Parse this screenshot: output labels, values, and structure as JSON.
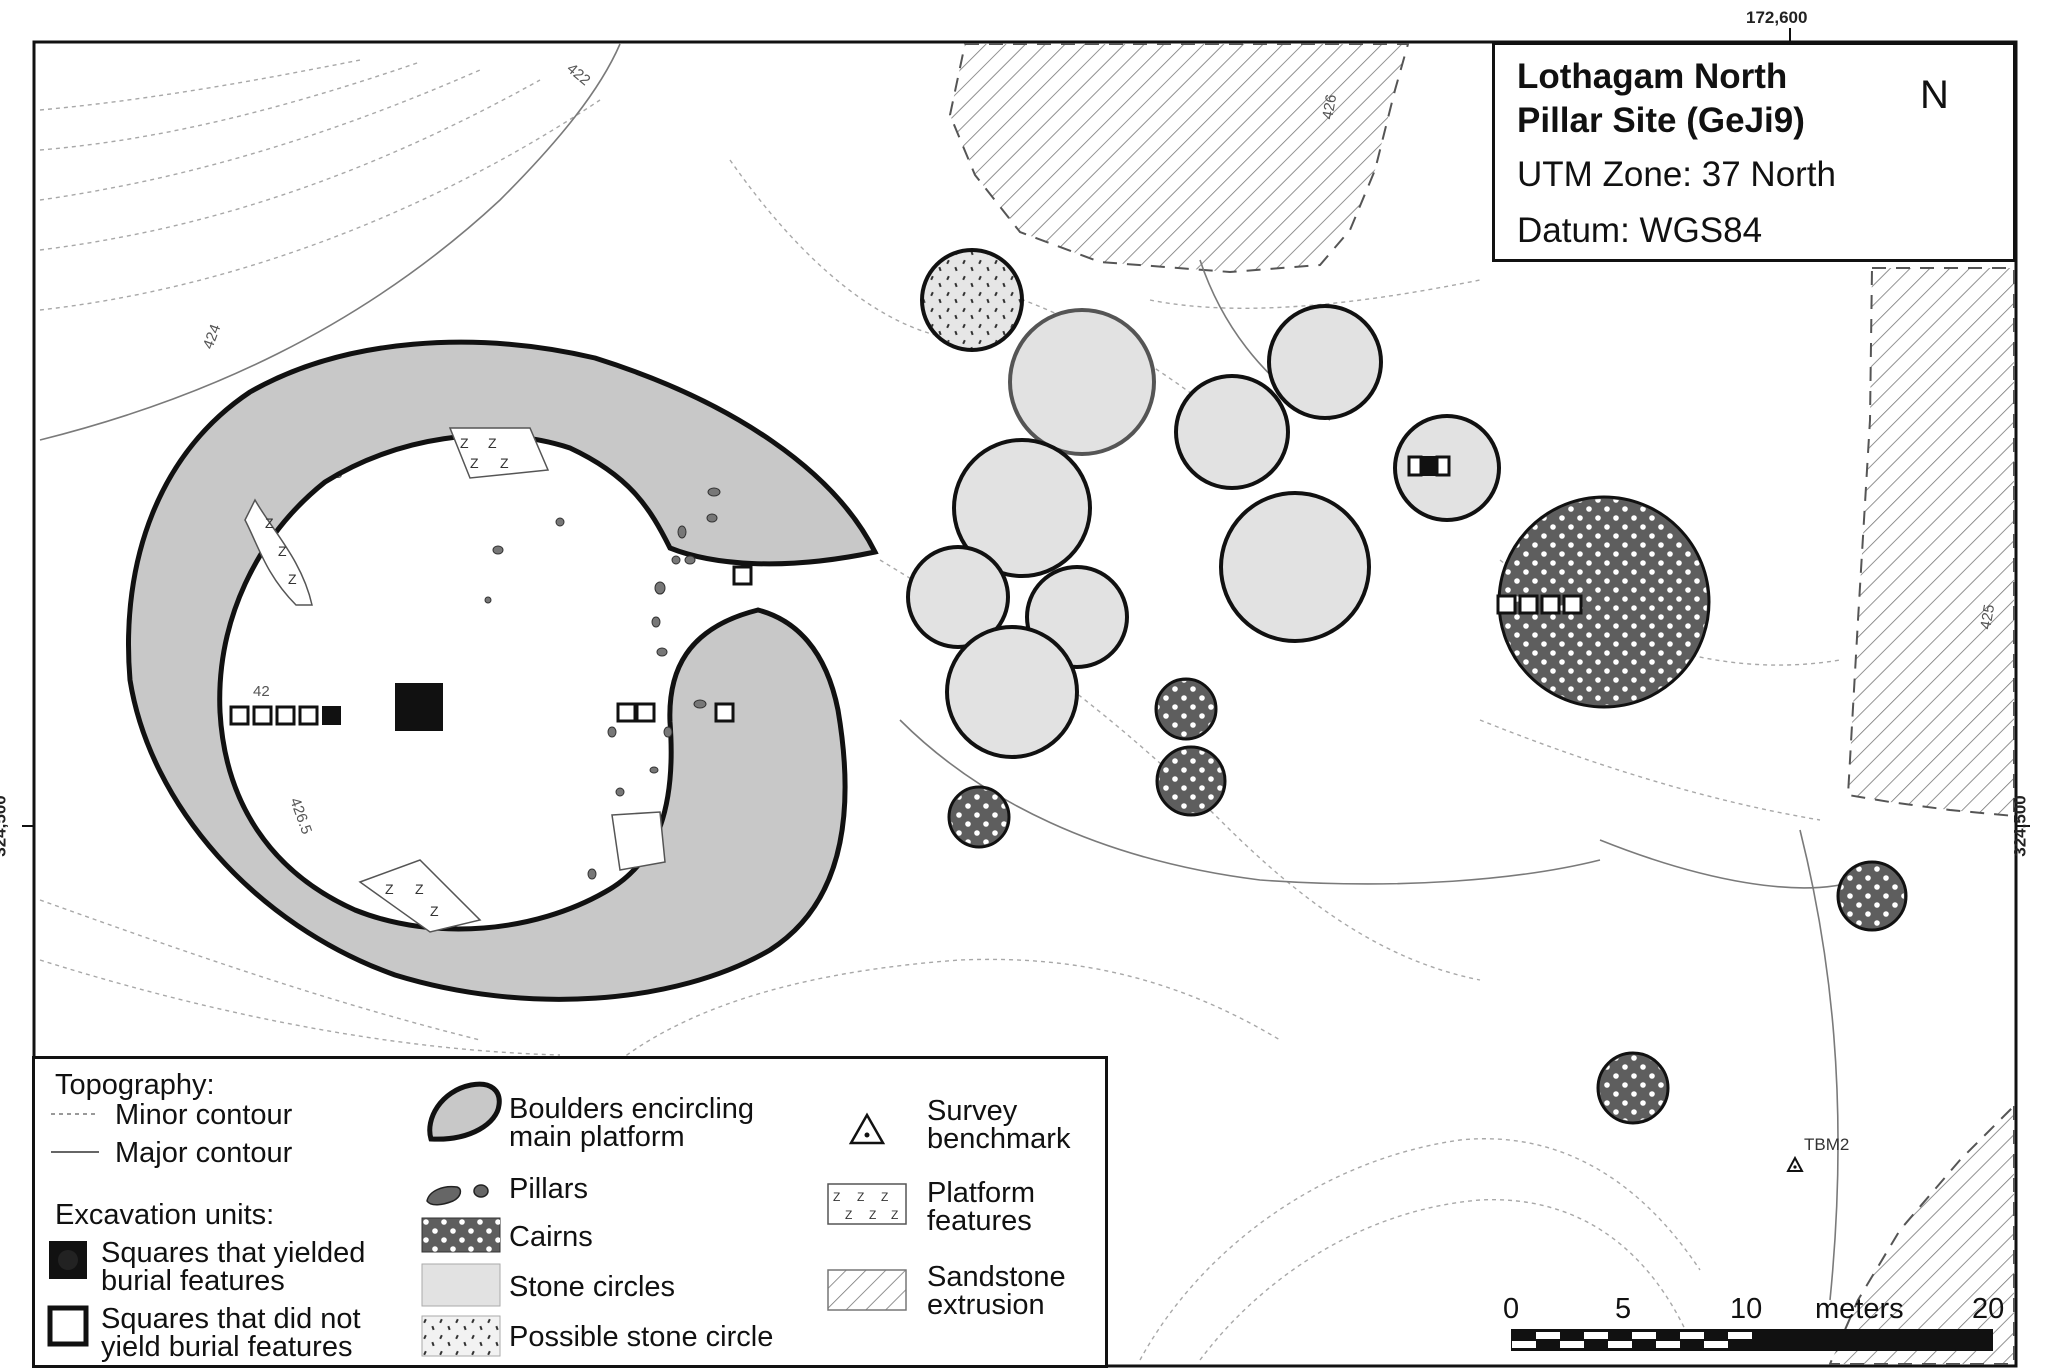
{
  "title": {
    "line1": "Lothagam North",
    "line2": "Pillar Site (GeJi9)",
    "zone": "UTM Zone: 37 North",
    "datum": "Datum: WGS84",
    "north": "N"
  },
  "grid": {
    "easting_label": "172,600",
    "northing_label": "324,500"
  },
  "contour_labels": [
    "422",
    "424",
    "426",
    "426.5",
    "425",
    "42"
  ],
  "benchmark_label": "TBM2",
  "platform_glyph": "Z",
  "legend": {
    "topography_heading": "Topography:",
    "minor_contour": "Minor contour",
    "major_contour": "Major contour",
    "excavation_heading": "Excavation units:",
    "burial_yes_1": "Squares that yielded",
    "burial_yes_2": "burial features",
    "burial_no_1": "Squares that did not",
    "burial_no_2": "yield burial features",
    "boulders_1": "Boulders encircling",
    "boulders_2": "main platform",
    "pillars": "Pillars",
    "cairns": "Cairns",
    "stone_circles": "Stone circles",
    "possible_stone_circle": "Possible stone circle",
    "survey_1": "Survey",
    "survey_2": "benchmark",
    "platform_1": "Platform",
    "platform_2": "features",
    "sandstone_1": "Sandstone",
    "sandstone_2": "extrusion"
  },
  "scale_bar": {
    "ticks": [
      "0",
      "5",
      "10",
      "20"
    ],
    "unit": "meters"
  },
  "colors": {
    "boulder_fill": "#c8c8c8",
    "stone_circle_fill": "#e2e2e2",
    "cairn_fill": "#5e5e5e",
    "outline": "#111111",
    "contour": "#9a9a9a"
  }
}
